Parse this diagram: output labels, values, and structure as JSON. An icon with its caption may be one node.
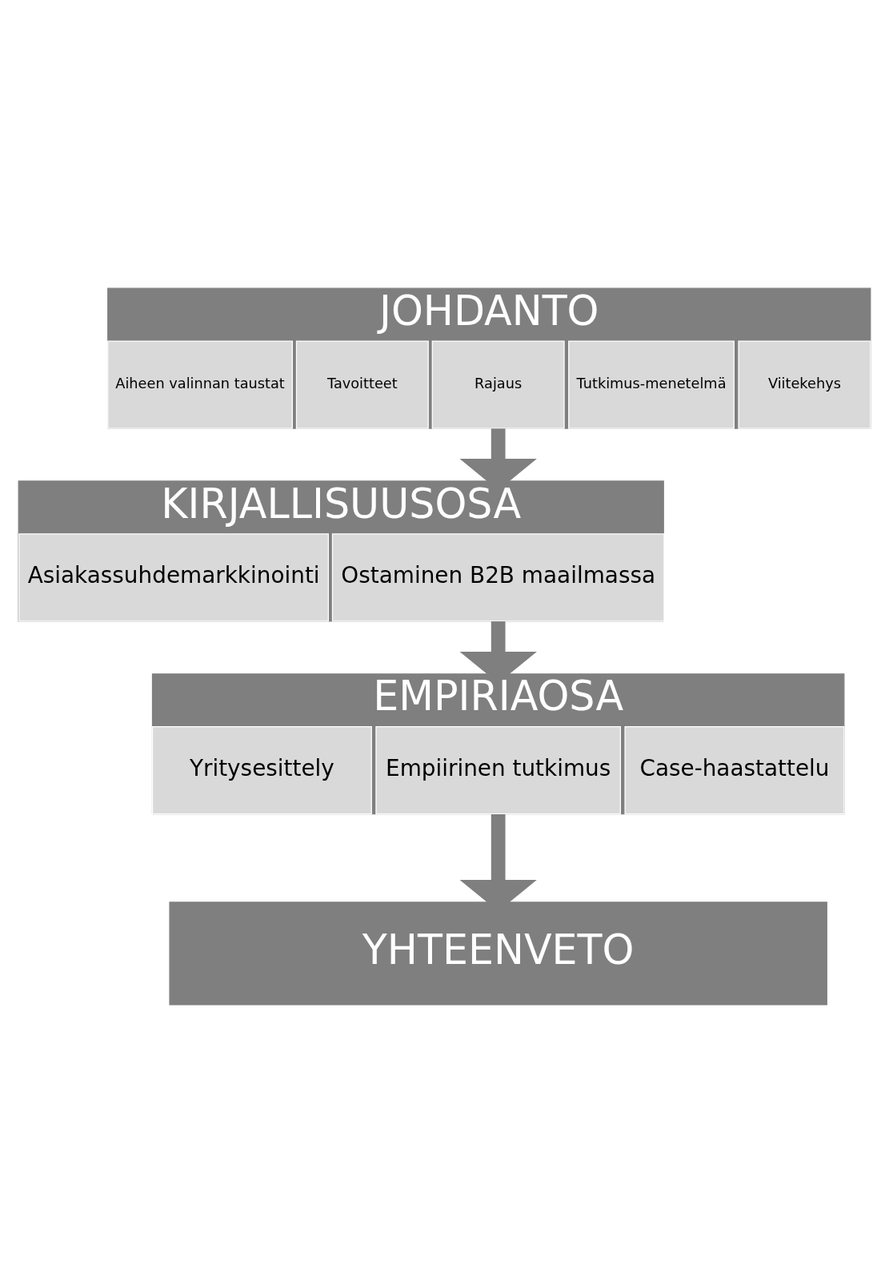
{
  "diagram": {
    "nodes": [
      {
        "text": [
          "JOHDANTO"
        ]
      },
      {
        "text": [
          "Aiheen valinnan taustat"
        ],
        "in": 0
      },
      {
        "text": [
          "Tavoitteet"
        ],
        "in": 0
      },
      {
        "text": [
          "Rajaus"
        ],
        "in": 0
      },
      {
        "text": [
          "Tutkimus-menetelmä"
        ],
        "in": 0
      },
      {
        "text": [
          "Viitekehys"
        ],
        "in": 0
      },
      {
        "text": [
          "KIRJALLISUUSOSA"
        ]
      },
      {
        "text": [
          "Asiakassuhdemarkkinointi"
        ],
        "in": 6
      },
      {
        "text": [
          "Ostaminen B2B maailmassa"
        ],
        "in": 6
      },
      {
        "text": [
          "EMPIRIAOSA"
        ]
      },
      {
        "text": [
          "Yritysesittely"
        ],
        "in": 9
      },
      {
        "text": [
          "Empiirinen tutkimus"
        ],
        "in": 9
      },
      {
        "text": [
          "Case-haastattelu"
        ],
        "in": 9
      },
      {
        "text": [
          "YHTEENVETO"
        ]
      }
    ],
    "edges": [
      {
        "from": 0,
        "to": 6,
        "arrow": "to"
      },
      {
        "from": 6,
        "to": 9,
        "arrow": "to"
      },
      {
        "from": 9,
        "to": 13,
        "arrow": "to"
      }
    ]
  }
}
